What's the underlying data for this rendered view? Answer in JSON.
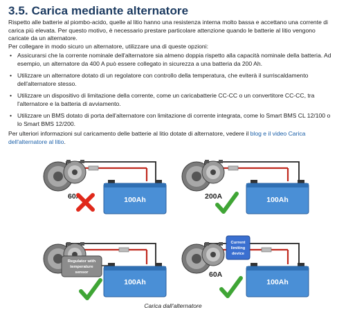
{
  "section": {
    "title": "3.5. Carica mediante alternatore"
  },
  "paragraphs": {
    "intro": "Rispetto alle batterie al piombo-acido, quelle al litio hanno una resistenza interna molto bassa e accettano una corrente di carica più elevata. Per questo motivo, è necessario prestare particolare attenzione quando le batterie al litio vengono caricate da un alternatore.",
    "options_lead": "Per collegare in modo sicuro un alternatore, utilizzare una di queste opzioni:",
    "more_info_prefix": "Per ulteriori informazioni sul caricamento delle batterie al litio dotate di alternatore, vedere il ",
    "more_info_link": "blog e il video Carica dell'alternatore al litio",
    "more_info_suffix": "."
  },
  "bullets": [
    "Assicurarsi che la corrente nominale dell'alternatore sia almeno doppia rispetto alla capacità nominale della batteria. Ad esempio, un alternatore da 400 A può essere collegato in sicurezza a una batteria da 200 Ah.",
    "Utilizzare un alternatore dotato di un regolatore con controllo della temperatura, che eviterà il surriscaldamento dell'alternatore stesso.",
    "Utilizzare un dispositivo di limitazione della corrente, come un caricabatterie CC-CC o un convertitore CC-CC, tra l'alternatore e la batteria di avviamento.",
    "Utilizzare un BMS dotato di porta dell'alternatore con limitazione di corrente integrata, come lo Smart BMS CL 12/100 o lo Smart BMS 12/200."
  ],
  "figure": {
    "caption": "Carica dall'alternatore",
    "panels": [
      {
        "alternator": "60A",
        "battery": "100Ah",
        "result": "cross",
        "box": ""
      },
      {
        "alternator": "200A",
        "battery": "100Ah",
        "result": "check",
        "box": ""
      },
      {
        "alternator": "",
        "battery": "100Ah",
        "result": "check",
        "box": "Regulator with temperature sensor"
      },
      {
        "alternator": "60A",
        "battery": "100Ah",
        "result": "check",
        "box": "Current limiting device"
      }
    ],
    "box_lines": {
      "regulator": [
        "Regulator with",
        "temperature",
        "sensor"
      ],
      "limiter": [
        "Current",
        "limiting",
        "device"
      ]
    },
    "colors": {
      "battery": "#4a8fd6",
      "check": "#3fa535",
      "cross": "#e0291b",
      "wire_red": "#c0281e",
      "wire_black": "#222222"
    }
  }
}
